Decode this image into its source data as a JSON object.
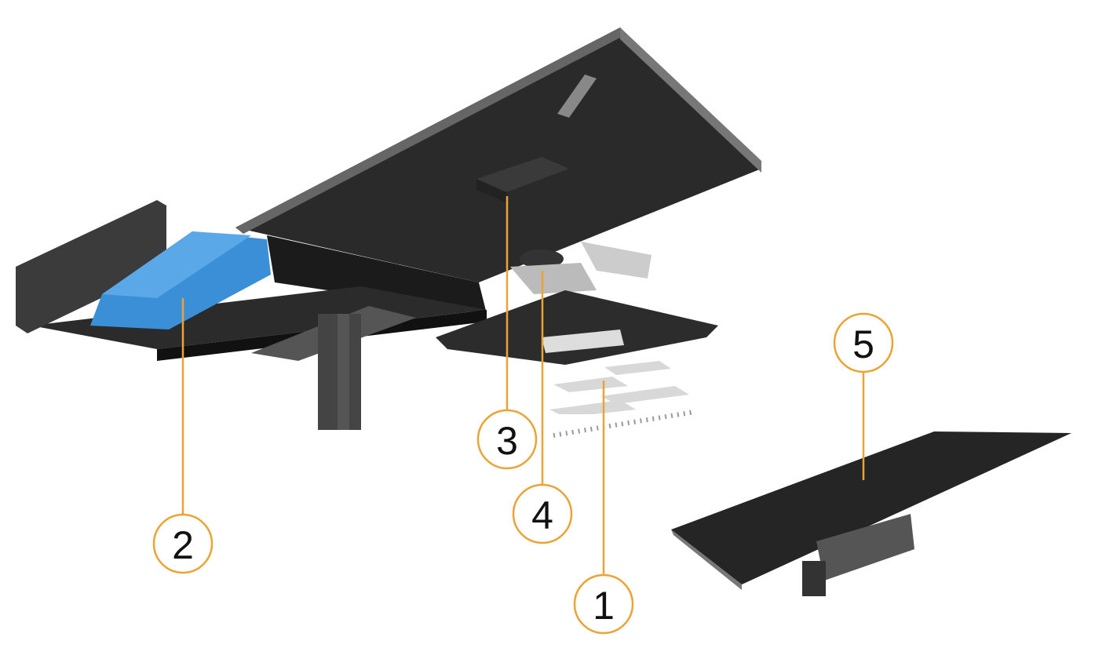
{
  "diagram": {
    "accent_color": "#eaa334",
    "callouts": [
      {
        "label": "1",
        "part": "led-modules-and-screws"
      },
      {
        "label": "2",
        "part": "battery"
      },
      {
        "label": "3",
        "part": "controller-box"
      },
      {
        "label": "4",
        "part": "sensor"
      },
      {
        "label": "5",
        "part": "assembled-solar-panel"
      }
    ]
  }
}
